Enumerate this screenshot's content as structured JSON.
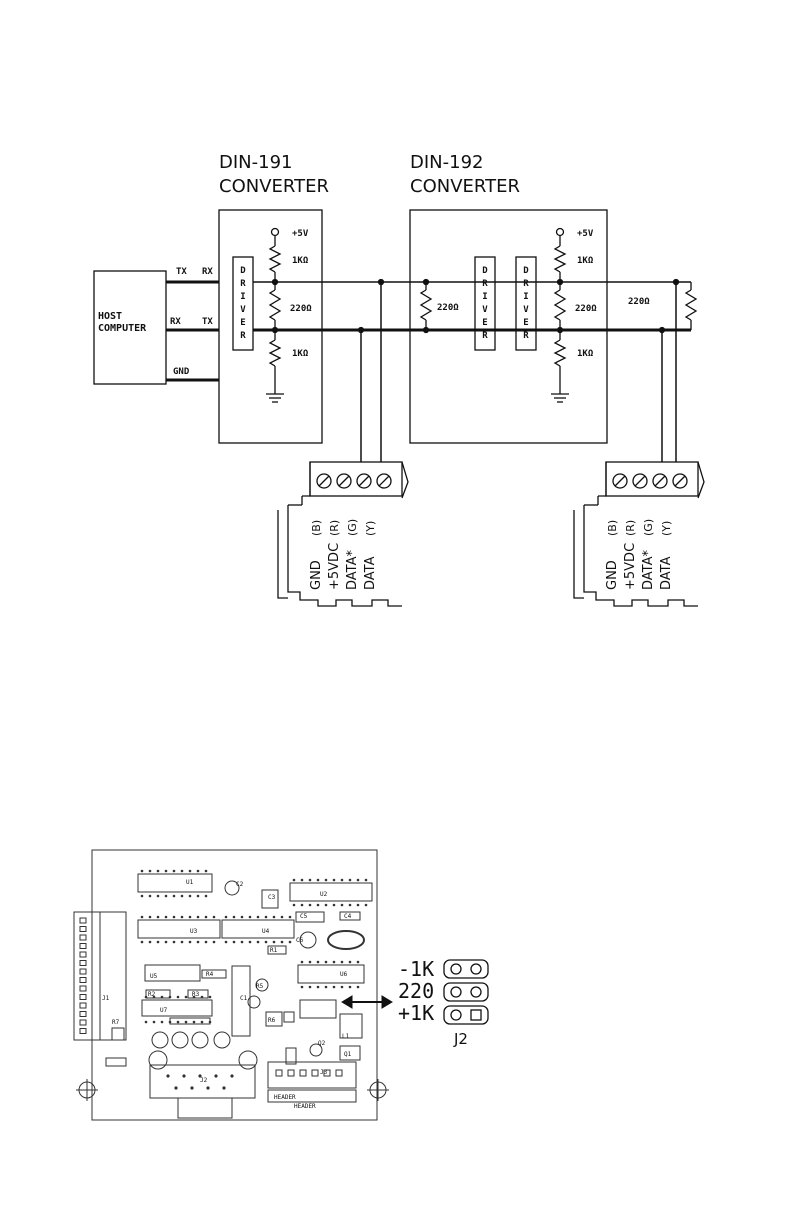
{
  "wiring_diagram": {
    "converter_1": {
      "name": "DIN-191",
      "type": "CONVERTER"
    },
    "converter_2": {
      "name": "DIN-192",
      "type": "CONVERTER"
    },
    "host_label": [
      "HOST",
      "COMPUTER"
    ],
    "host_pins": {
      "tx": "TX",
      "rx_a": "RX",
      "rx_b": "RX",
      "tx_b": "TX",
      "gnd": "GND"
    },
    "driver_letters": [
      "D",
      "R",
      "I",
      "V",
      "E",
      "R"
    ],
    "supply_label": "+5V",
    "pullup_label": "1KΩ",
    "bias_label": "220Ω",
    "pulldown_label": "1KΩ",
    "termination_label_1": "220Ω",
    "termination_label_2": "220Ω",
    "terminal_labels": [
      "GND",
      "+5VDC",
      "DATA*",
      "DATA"
    ],
    "terminal_codes": [
      "(B)",
      "(R)",
      "(G)",
      "(Y)"
    ]
  },
  "jumper": {
    "name": "J2",
    "options": [
      "-1K",
      "220",
      "+1K"
    ]
  },
  "board": {
    "parts": [
      "U1",
      "U2",
      "U3",
      "U4",
      "U5",
      "U6",
      "U7",
      "C1",
      "C2",
      "C3",
      "C4",
      "C5",
      "C6",
      "R1",
      "R2",
      "R3",
      "R4",
      "R5",
      "R6",
      "R7",
      "Q1",
      "Q2",
      "J1",
      "J2",
      "J3",
      "L1"
    ],
    "header_labels": [
      "HEADER",
      "HEADER"
    ]
  }
}
